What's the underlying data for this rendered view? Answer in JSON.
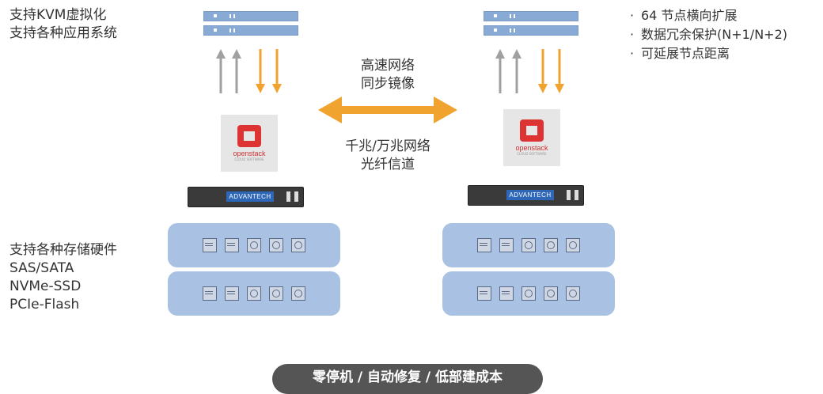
{
  "left_top": {
    "line1": "支持KVM虚拟化",
    "line2": "支持各种应用系统"
  },
  "left_bottom": {
    "line1": "支持各种存储硬件",
    "line2": "SAS/SATA",
    "line3": "NVMe-SSD",
    "line4": "PCIe-Flash"
  },
  "features": {
    "bullet": "·",
    "items": [
      "64 节点横向扩展",
      "数据冗余保护(N+1/N+2)",
      "可延展节点距离"
    ]
  },
  "center_top": {
    "line1": "高速网络",
    "line2": "同步镜像"
  },
  "center_bottom": {
    "line1": "千兆/万兆网络",
    "line2": "光纤信道"
  },
  "appliance_brand": "ADVANTECH",
  "openstack": {
    "name": "openstack",
    "tagline": "CLOUD SOFTWARE"
  },
  "bottom_banner": "零停机 / 自动修复 / 低部建成本",
  "colors": {
    "arrow_orange": "#f0a32e",
    "arrow_gray": "#a0a0a0",
    "bay_blue": "#a9c2e4",
    "rack_blue": "#8aaad6",
    "banner_bg": "#555555"
  },
  "drives": [
    "ssd",
    "ssd",
    "hdd",
    "hdd",
    "hdd"
  ]
}
